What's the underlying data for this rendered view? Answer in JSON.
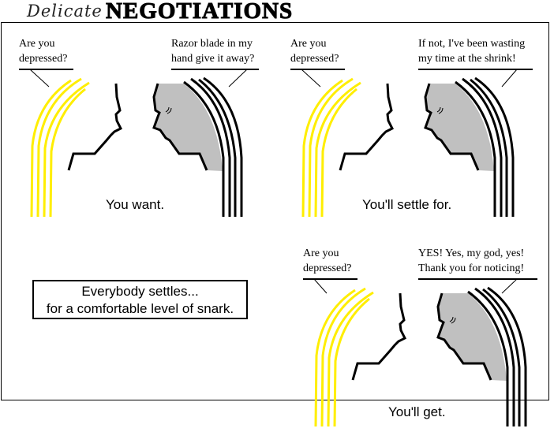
{
  "title": {
    "script": "Delicate",
    "main": "NEGOTIATIONS"
  },
  "panels": [
    {
      "left_bubble": [
        "Are you",
        "depressed?"
      ],
      "right_bubble": [
        "Razor blade in my",
        "hand give it away?"
      ],
      "caption": "You want."
    },
    {
      "left_bubble": [
        "Are you",
        "depressed?"
      ],
      "right_bubble": [
        "If not, I've been wasting",
        "my time at the shrink!"
      ],
      "caption": "You'll settle for."
    },
    {
      "left_bubble": [
        "Are you",
        "depressed?"
      ],
      "right_bubble": [
        "YES! Yes, my god, yes!",
        "Thank you for noticing!"
      ],
      "caption": "You'll get."
    }
  ],
  "summary_box": [
    "Everybody settles...",
    "for a comfortable level of snark."
  ],
  "colors": {
    "blonde_hair": "#ffee00",
    "dark_hair": "#000000",
    "face_shadow": "#c0c0c0"
  }
}
